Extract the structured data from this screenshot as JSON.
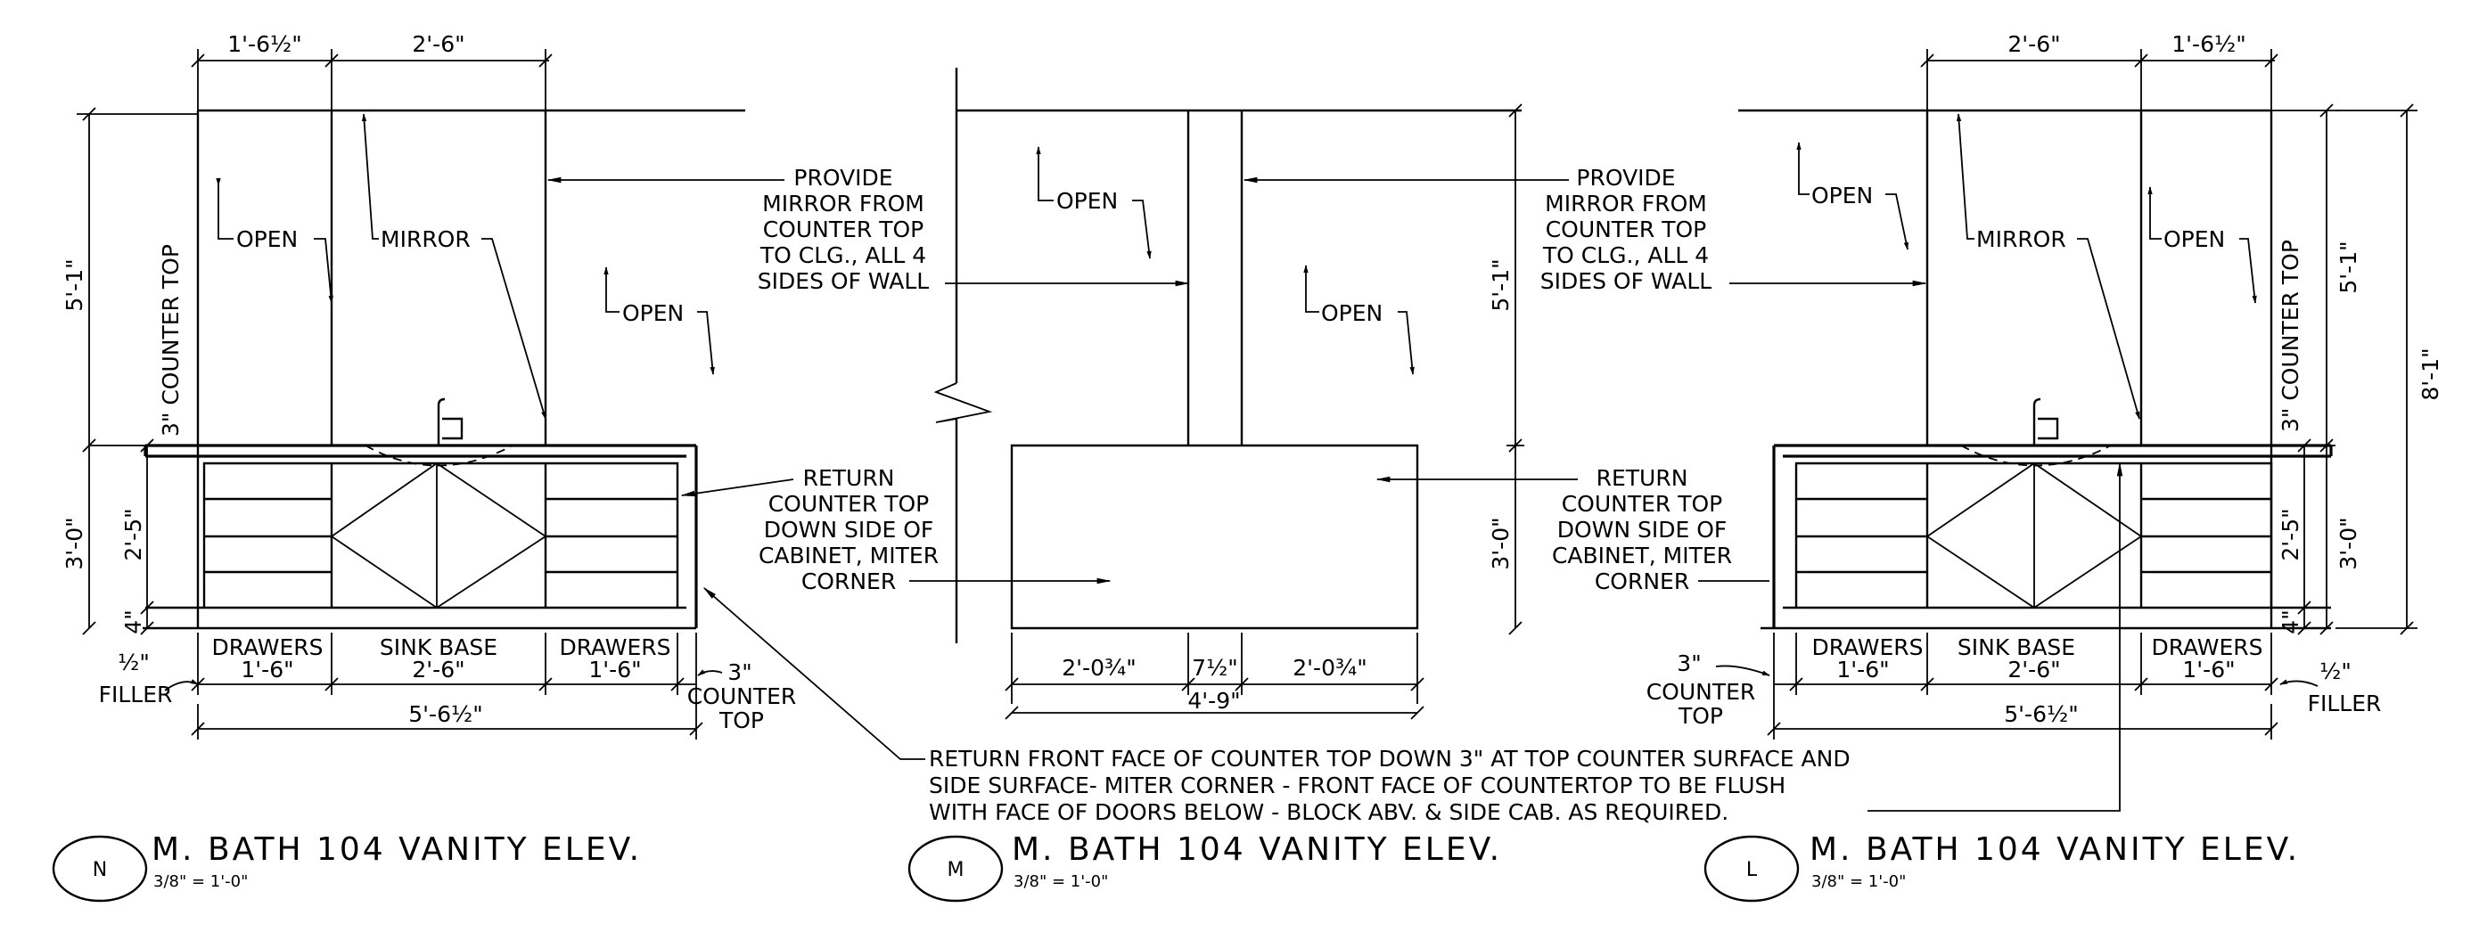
{
  "elevations": [
    {
      "key": "n",
      "tag": "N",
      "title": "M. BATH 104 VANITY ELEV.",
      "scale": "3/8\" = 1'-0\"",
      "dims": {
        "top_left": "1'-6½\"",
        "top_right": "2'-6\"",
        "height_upper": "5'-1\"",
        "counter_top_v": "3\" COUNTER TOP",
        "height_lower": "3'-0\"",
        "cab_height": "2'-5\"",
        "toe": "4\"",
        "bot_left": "1'-6\"",
        "bot_mid": "2'-6\"",
        "bot_right": "1'-6\"",
        "overall": "5'-6½\""
      },
      "labels": {
        "drawers_left": "DRAWERS",
        "sink_base": "SINK BASE",
        "drawers_right": "DRAWERS",
        "open_left": "OPEN",
        "mirror": "MIRROR",
        "open_right": "OPEN"
      },
      "notes": {
        "filler_frac": "½\"",
        "filler": "FILLER",
        "counter_top_1": "3\"",
        "counter_top_2": "COUNTER",
        "counter_top_3": "TOP"
      }
    },
    {
      "key": "m",
      "tag": "M",
      "title": "M. BATH 104 VANITY ELEV.",
      "scale": "3/8\" = 1'-0\"",
      "dims": {
        "height_upper": "5'-1\"",
        "height_lower": "3'-0\"",
        "seg_left": "2'-0¾\"",
        "seg_mid": "7½\"",
        "seg_right": "2'-0¾\"",
        "overall": "4'-9\""
      },
      "labels": {
        "open_left": "OPEN",
        "open_right": "OPEN"
      }
    },
    {
      "key": "l",
      "tag": "L",
      "title": "M. BATH 104 VANITY ELEV.",
      "scale": "3/8\" = 1'-0\"",
      "dims": {
        "top_left": "2'-6\"",
        "top_right": "1'-6½\"",
        "height_upper": "5'-1\"",
        "counter_top_v": "3\" COUNTER TOP",
        "height_lower": "3'-0\"",
        "cab_height": "2'-5\"",
        "toe": "4\"",
        "overall_height": "8'-1\"",
        "bot_left": "1'-6\"",
        "bot_mid": "2'-6\"",
        "bot_right": "1'-6\"",
        "overall": "5'-6½\""
      },
      "labels": {
        "drawers_left": "DRAWERS",
        "sink_base": "SINK BASE",
        "drawers_right": "DRAWERS",
        "open_left": "OPEN",
        "mirror": "MIRROR",
        "open_right": "OPEN"
      },
      "notes": {
        "filler_frac": "½\"",
        "filler": "FILLER",
        "counter_top_1": "3\"",
        "counter_top_2": "COUNTER",
        "counter_top_3": "TOP"
      }
    }
  ],
  "notes": {
    "mirror_1": [
      "PROVIDE",
      "MIRROR FROM",
      "COUNTER TOP",
      "TO CLG., ALL 4",
      "SIDES OF WALL"
    ],
    "mirror_2": [
      "PROVIDE",
      "MIRROR FROM",
      "COUNTER TOP",
      "TO CLG., ALL 4",
      "SIDES OF WALL"
    ],
    "return_1": [
      "RETURN",
      "COUNTER TOP",
      "DOWN SIDE OF",
      "CABINET, MITER",
      "CORNER"
    ],
    "return_2": [
      "RETURN",
      "COUNTER TOP",
      "DOWN SIDE OF",
      "CABINET, MITER",
      "CORNER"
    ],
    "front_face": [
      "RETURN FRONT FACE OF COUNTER TOP DOWN 3\" AT TOP COUNTER SURFACE AND",
      "SIDE SURFACE- MITER CORNER  - FRONT FACE OF COUNTERTOP TO BE FLUSH",
      "WITH FACE OF DOORS BELOW - BLOCK ABV. & SIDE CAB. AS REQUIRED."
    ]
  }
}
